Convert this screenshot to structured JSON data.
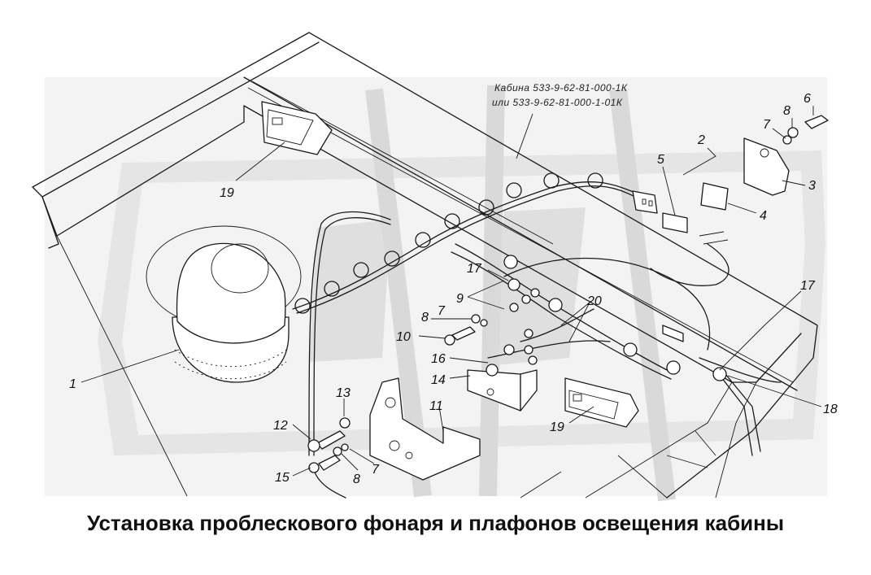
{
  "caption": "Установка проблескового фонаря и плафонов освещения кабины",
  "note": {
    "line1": "Кабина 533-9-62-81-000-1К",
    "line2": "или 533-9-62-81-000-1-01К"
  },
  "callouts": {
    "c1": "1",
    "c2": "2",
    "c3": "3",
    "c4": "4",
    "c5": "5",
    "c6": "6",
    "c7a": "7",
    "c7b": "7",
    "c7c": "7",
    "c8a": "8",
    "c8b": "8",
    "c8c": "8",
    "c9": "9",
    "c10": "10",
    "c11": "11",
    "c12": "12",
    "c13": "13",
    "c14": "14",
    "c15": "15",
    "c16": "16",
    "c17a": "17",
    "c17b": "17",
    "c18": "18",
    "c19a": "19",
    "c19b": "19",
    "c20": "20"
  }
}
